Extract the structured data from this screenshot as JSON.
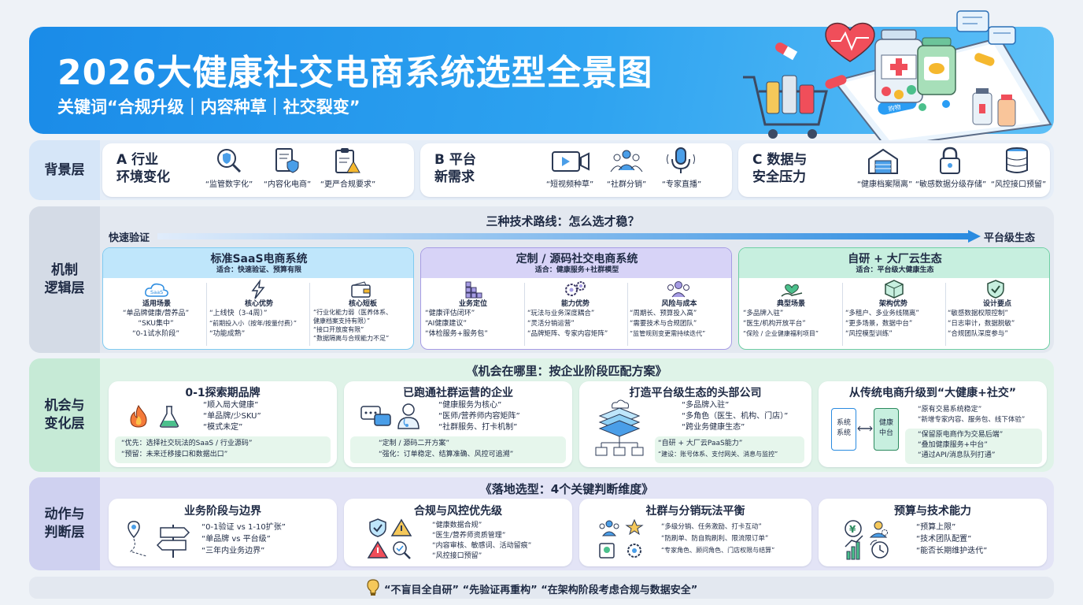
{
  "header": {
    "title": "2026大健康社交电商系统选型全景图",
    "subtitle": "关键词“合规升级｜内容种草｜社交裂变”",
    "phone_badge": "购物"
  },
  "background_layer": {
    "label": "背景层",
    "groups": [
      {
        "title": "A 行业\n环境变化",
        "items": [
          {
            "icon": "magnifier-shield-icon",
            "text": "“监管数字化”"
          },
          {
            "icon": "document-shield-icon",
            "text": "“内容化电商”"
          },
          {
            "icon": "clipboard-warning-icon",
            "text": "“更严合规要求”"
          }
        ]
      },
      {
        "title": "B 平台\n新需求",
        "items": [
          {
            "icon": "video-icon",
            "text": "“短视频种草”"
          },
          {
            "icon": "people-group-icon",
            "text": "“社群分销”"
          },
          {
            "icon": "microphone-icon",
            "text": "“专家直播”"
          }
        ]
      },
      {
        "title": "C 数据与\n安全压力",
        "items": [
          {
            "icon": "warehouse-icon",
            "text": "“健康档案隔离”"
          },
          {
            "icon": "lock-icon",
            "text": "“敏感数据分级存储”"
          },
          {
            "icon": "database-icon",
            "text": "“风控接口预留”"
          }
        ]
      }
    ]
  },
  "mechanism_layer": {
    "label": "机制\n逻辑层",
    "heading": "三种技术路线：怎么选才稳？",
    "arrow_left": "快速验证",
    "arrow_right": "平台级生态",
    "routes": [
      {
        "title": "标准SaaS电商系统",
        "fit": "适合：快速验证、预算有限",
        "cols": [
          {
            "icon": "saas-cloud-icon",
            "icon_text": "SaaS",
            "head": "适用场景",
            "lines": [
              "“单品牌健康/营养品”",
              "“SKU集中”",
              "“0-1试水阶段”"
            ]
          },
          {
            "icon": "lightning-icon",
            "head": "核心优势",
            "lines": [
              "“上线快（3-4周）”",
              "“前期投入小（按年/按量付费）”",
              "“功能成熟”"
            ]
          },
          {
            "icon": "wallet-icon",
            "head": "核心短板",
            "lines": [
              "“行业化能力弱（医养体系、",
              "健康档案支持有限）”",
              "“接口开放度有限”",
              "“数据隔离与合规能力不足”"
            ]
          }
        ]
      },
      {
        "title": "定制 / 源码社交电商系统",
        "fit": "适合：健康服务+社群模型",
        "cols": [
          {
            "icon": "blocks-icon",
            "head": "业务定位",
            "lines": [
              "“健康评估闭环”",
              "“AI健康建议”",
              "“体检服务+服务包”"
            ]
          },
          {
            "icon": "gears-icon",
            "head": "能力优势",
            "lines": [
              "“玩法与业务深度耦合”",
              "“灵活分销运营”",
              "“品牌矩阵、专家内容矩阵”"
            ]
          },
          {
            "icon": "people-group-icon",
            "head": "风险与成本",
            "lines": [
              "“周期长、预算投入高”",
              "“需要技术与合规团队”",
              "“监管规则变更需持续迭代”"
            ]
          }
        ]
      },
      {
        "title": "自研 + 大厂云生态",
        "fit": "适合：平台级大健康生态",
        "cols": [
          {
            "icon": "hand-heart-icon",
            "head": "典型场景",
            "lines": [
              "“多品牌入驻”",
              "“医生/机构开放平台”",
              "“保险 / 企业健康福利项目”"
            ]
          },
          {
            "icon": "cube-icon",
            "head": "架构优势",
            "lines": [
              "“多租户、多业务线隔离”",
              "“更多场景，数据中台”",
              "“风控模型训练”"
            ]
          },
          {
            "icon": "shield-check-icon",
            "head": "设计要点",
            "lines": [
              "“敏感数据权限控制”",
              "“日志审计，数据脱敏”",
              "“合规团队深度参与”"
            ]
          }
        ]
      }
    ]
  },
  "opportunity_layer": {
    "label": "机会与\n变化层",
    "heading": "《机会在哪里：按企业阶段匹配方案》",
    "cards": [
      {
        "title": "0-1探索期品牌",
        "lines": [
          "“顺入局大健康”",
          "“单品牌/少SKU”",
          "“模式未定”"
        ],
        "notes": [
          "“优先：选择社交玩法的SaaS / 行业源码”",
          "“预留：未来迁移接口和数据出口”"
        ]
      },
      {
        "title": "已跑通社群运营的企业",
        "lines": [
          "“健康服务为核心”",
          "“医师/营养师内容矩阵”",
          "“社群服务、打卡机制”"
        ],
        "notes": [
          "“定制 / 源码二开方案”",
          "“强化：订单稳定、结算准确、风控可追溯”"
        ]
      },
      {
        "title": "打造平台级生态的头部公司",
        "lines": [
          "“多品牌入驻”",
          "“多角色（医生、机构、门店）”",
          "“跨业务健康生态”"
        ],
        "notes": [
          "“自研 + 大厂云PaaS能力”",
          "“建设：账号体系、支付网关、消息与监控”"
        ]
      },
      {
        "title": "从传统电商升级到“大健康+社交”",
        "lines": [
          "“原有交易系统稳定”",
          "“新增专家内容、服务包、线下体验”"
        ],
        "notes": [
          "“保留原电商作为交易后端”",
          "“叠加健康服务+中台”",
          "“通过API/消息队列打通”"
        ],
        "left_box": "系统\n系统",
        "right_box": "健康\n中台"
      }
    ]
  },
  "action_layer": {
    "label": "动作与\n判断层",
    "heading": "《落地选型：4个关键判断维度》",
    "cards": [
      {
        "title": "业务阶段与边界",
        "lines": [
          "“0-1验证 vs 1-10扩张”",
          "“单品牌 vs 平台级”",
          "“三年内业务边界”"
        ]
      },
      {
        "title": "合规与风控优先级",
        "lines": [
          "“健康数据合规”",
          "“医生/营养师资质管理”",
          "“内容审核、敏感词、活动留痕”",
          "“风控接口预留”"
        ]
      },
      {
        "title": "社群与分销玩法平衡",
        "lines": [
          "“多级分销、任务激励、打卡互动”",
          "“防刷单、防自购刷利、限流限订单”",
          "“专家角色、顾问角色、门店权限与结算”"
        ]
      },
      {
        "title": "预算与技术能力",
        "lines": [
          "“预算上限”",
          "“技术团队配置”",
          "“能否长期维护迭代”"
        ]
      }
    ]
  },
  "footer": {
    "icon": "lightbulb-icon",
    "text": "“不盲目全自研” “先验证再重构” “在架构阶段考虑合规与数据安全”"
  },
  "colors": {
    "header_blue": "#1a8be8",
    "saas_blue": "#bfe6fb",
    "custom_purple": "#d7d3f7",
    "cloud_green": "#c7efdf",
    "layer_green": "#dff3e8",
    "layer_purple": "#e3e4f6"
  }
}
